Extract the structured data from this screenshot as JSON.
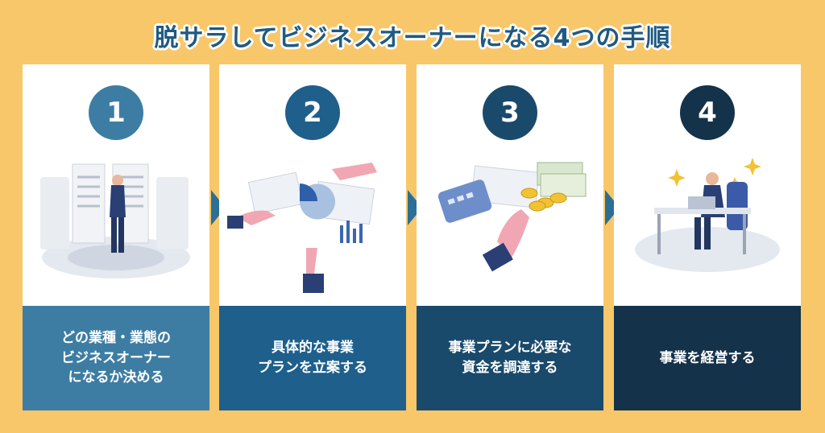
{
  "title": "脱サラしてビジネスオーナーになる4つの手順",
  "steps": [
    {
      "number": "1",
      "label": "どの業種・業態の\nビジネスオーナー\nになるか決める",
      "color": "#3d7da4",
      "icon": "businessman-with-documents-illustration"
    },
    {
      "number": "2",
      "label": "具体的な事業\nプランを立案する",
      "color": "#1e5f8c",
      "icon": "hands-with-charts-illustration"
    },
    {
      "number": "3",
      "label": "事業プランに必要な\n資金を調達する",
      "color": "#1a4a6b",
      "icon": "hand-with-coins-calculator-illustration"
    },
    {
      "number": "4",
      "label": "事業を経営する",
      "color": "#14324a",
      "icon": "businessman-at-desk-illustration"
    }
  ],
  "colors": {
    "background": "#f8c76a",
    "title": "#1f5a82",
    "arrow": "#2b6f97"
  }
}
